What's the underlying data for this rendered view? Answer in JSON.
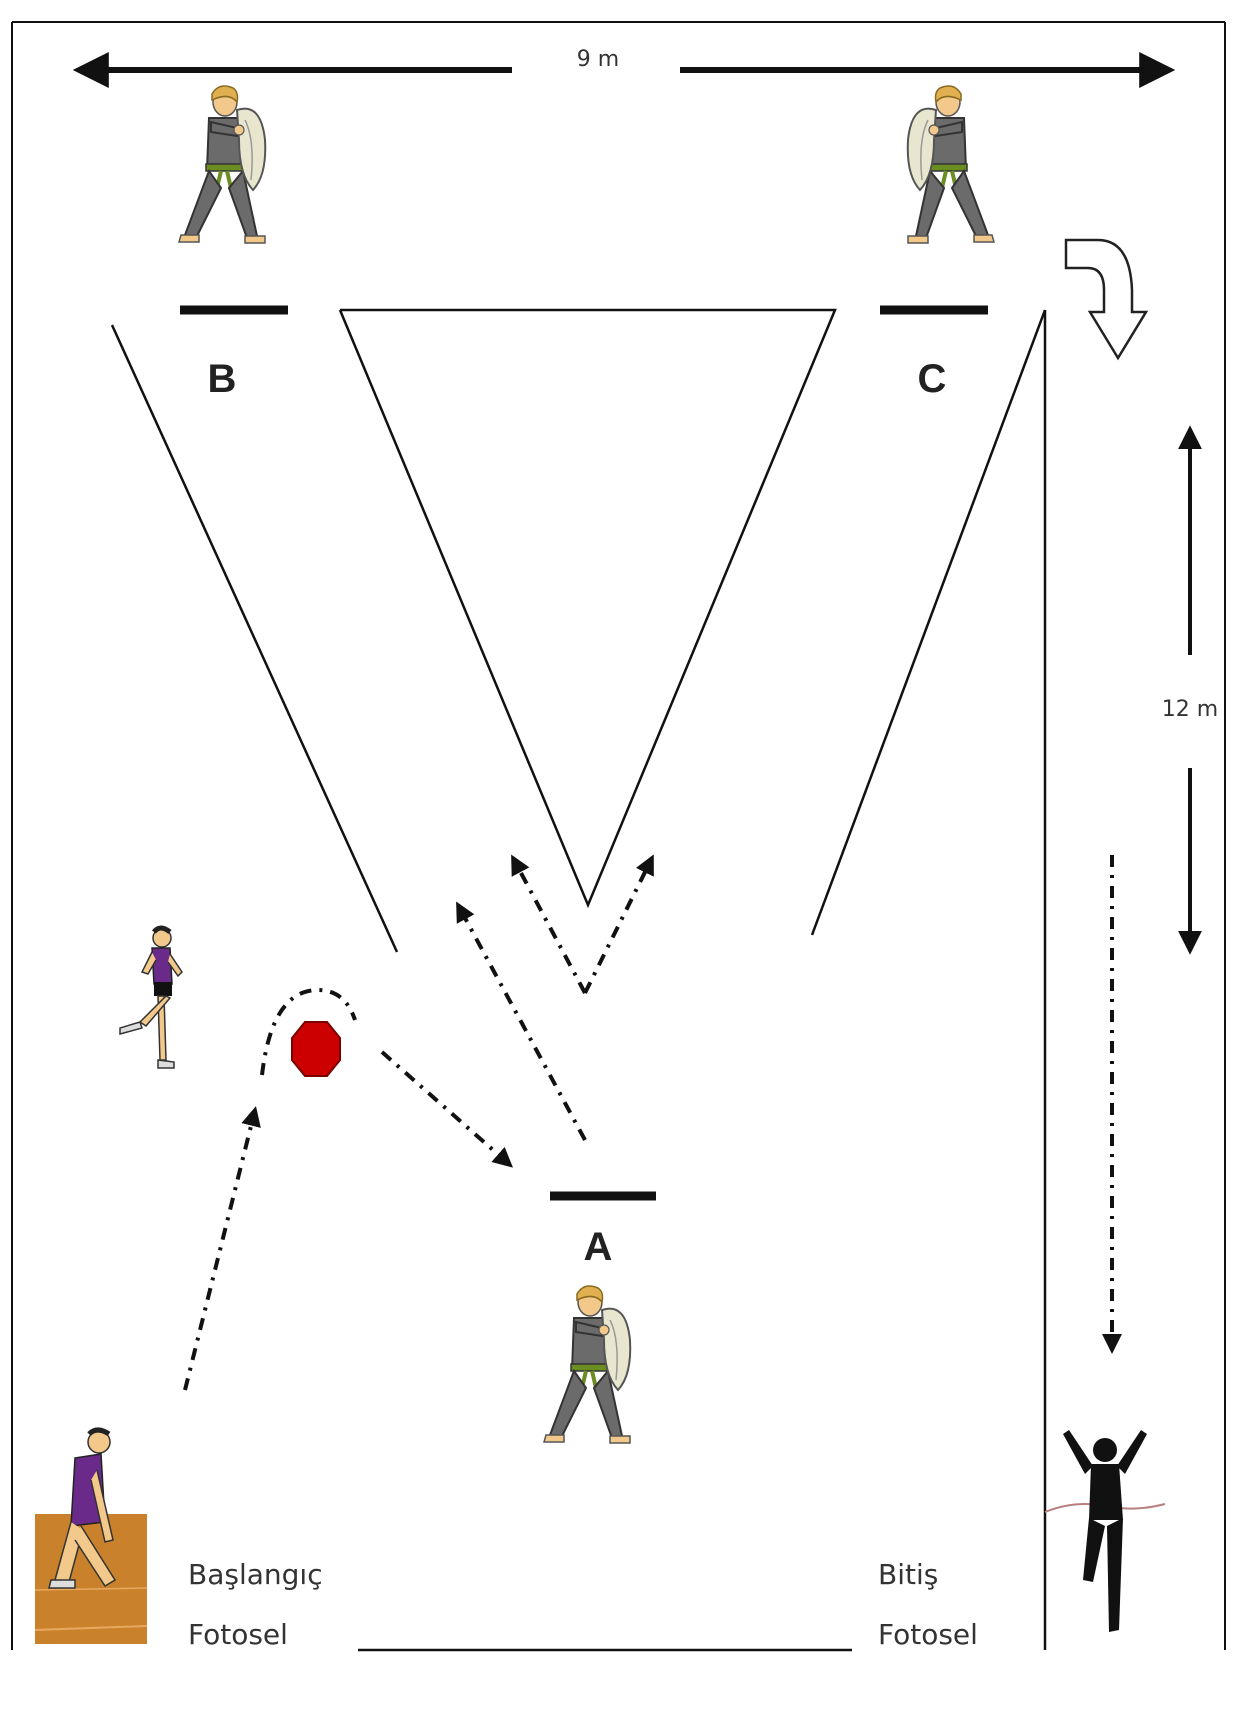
{
  "dimensions": {
    "width_label": "9 m",
    "length_label": "12 m"
  },
  "stations": {
    "a": "A",
    "b": "B",
    "c": "C"
  },
  "start": {
    "line1": "Başlangıç",
    "line2": "Fotosel"
  },
  "finish": {
    "line1": "Bitiş",
    "line2": "Fotosel"
  },
  "colors": {
    "cone": "#cc0000",
    "line": "#111111",
    "gi": "#6b6b6b",
    "belt": "#6b8e23",
    "pad": "#e9e6cf",
    "skin": "#f2c98a",
    "hair": "#e0b050",
    "floor": "#c9822b",
    "runner_shirt": "#6a2a8a"
  },
  "icons": {
    "holder": "pad-holder-figure",
    "runner": "runner-figure",
    "starter": "crouch-start-figure",
    "finisher": "finish-silhouette-figure",
    "cone": "cone-marker",
    "turn": "turn-arrow"
  }
}
